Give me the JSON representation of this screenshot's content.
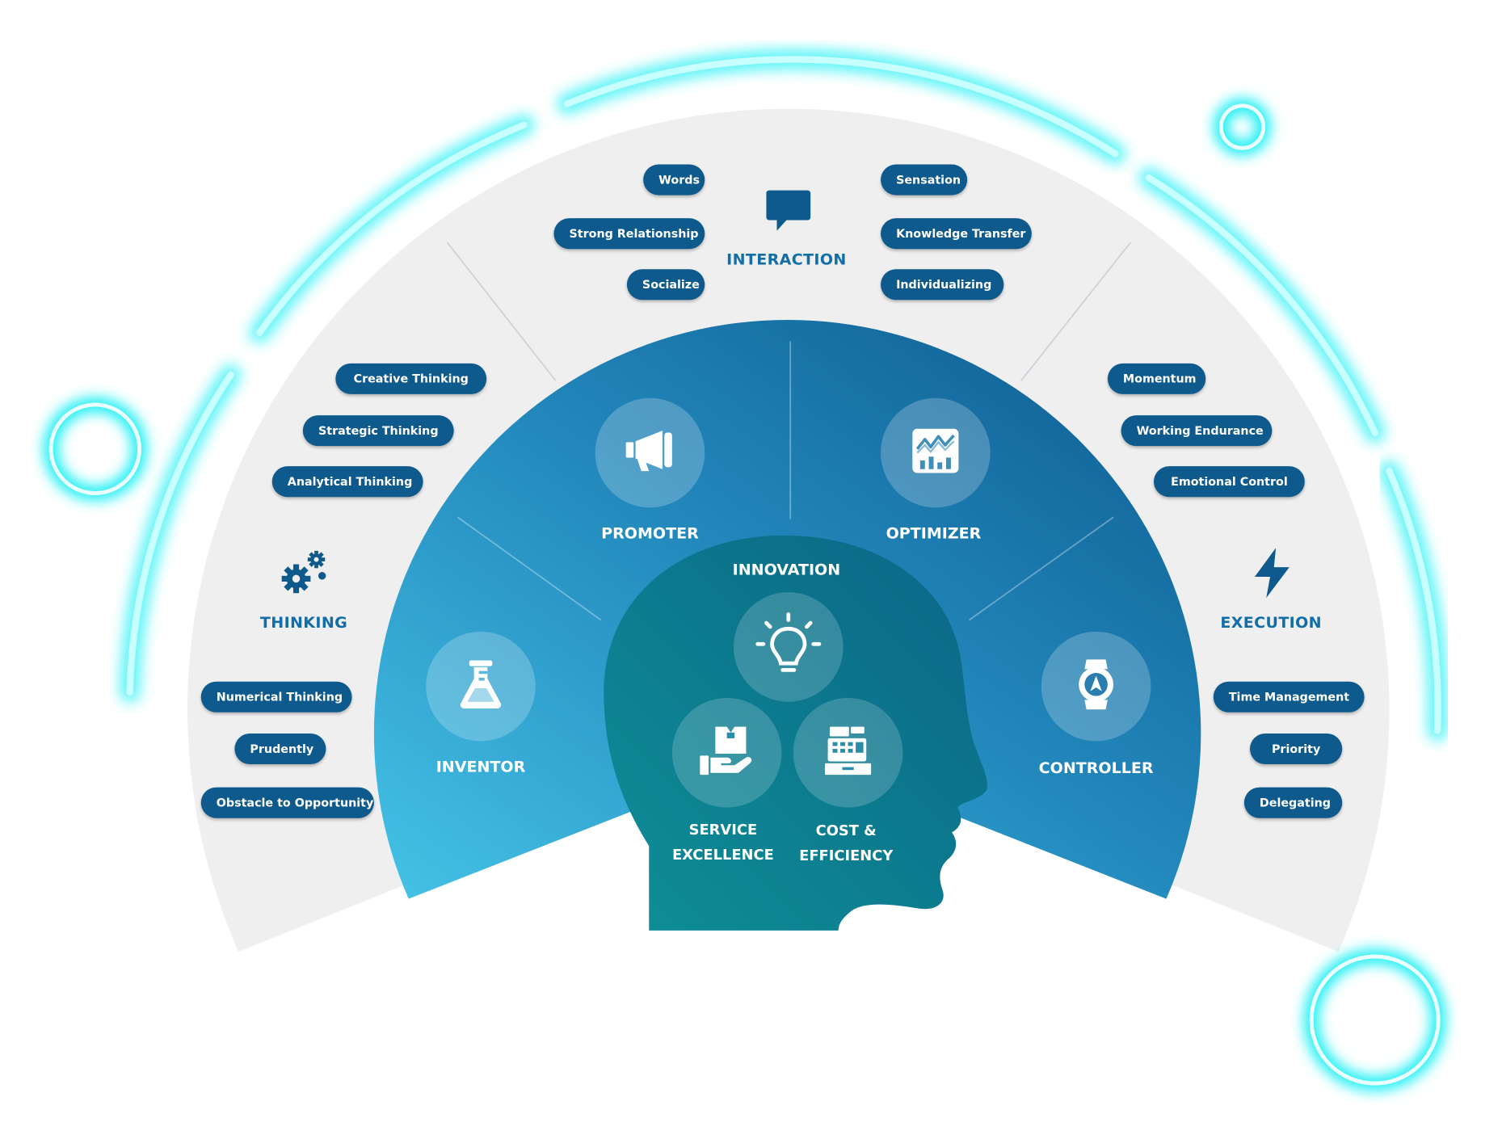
{
  "center": {
    "title": "INNOVATION"
  },
  "groups": {
    "interaction": {
      "title": "INTERACTION",
      "icon": "chat-bubble-icon",
      "left_items": [
        "Words",
        "Strong Relationship",
        "Socialize"
      ],
      "right_items": [
        "Sensation",
        "Knowledge Transfer",
        "Individualizing"
      ]
    },
    "thinking": {
      "title": "THINKING",
      "icon": "gears-icon",
      "upper_items": [
        "Creative Thinking",
        "Strategic Thinking",
        "Analytical Thinking"
      ],
      "lower_items": [
        "Numerical Thinking",
        "Prudently",
        "Obstacle to Opportunity"
      ]
    },
    "execution": {
      "title": "EXECUTION",
      "icon": "lightning-bolt-icon",
      "upper_items": [
        "Momentum",
        "Working Endurance",
        "Emotional Control"
      ],
      "lower_items": [
        "Time Management",
        "Priority",
        "Delegating"
      ]
    }
  },
  "roles": {
    "promoter": {
      "label": "PROMOTER",
      "icon": "megaphone-icon"
    },
    "optimizer": {
      "label": "OPTIMIZER",
      "icon": "analytics-chart-icon"
    },
    "inventor": {
      "label": "INVENTOR",
      "icon": "flask-icon"
    },
    "controller": {
      "label": "CONTROLLER",
      "icon": "smartwatch-icon"
    }
  },
  "head": {
    "innovation_icon": "lightbulb-icon",
    "service": {
      "line1": "SERVICE",
      "line2": "EXCELLENCE",
      "icon": "hand-box-icon"
    },
    "cost": {
      "line1": "COST &",
      "line2": "EFFICIENCY",
      "icon": "cash-register-icon"
    }
  },
  "colors": {
    "pill": "#0f5a8c",
    "group_title": "#136ea8",
    "outer_ring": "#efefef",
    "glow": "#22f0f4",
    "head": "#0d7a8f"
  }
}
